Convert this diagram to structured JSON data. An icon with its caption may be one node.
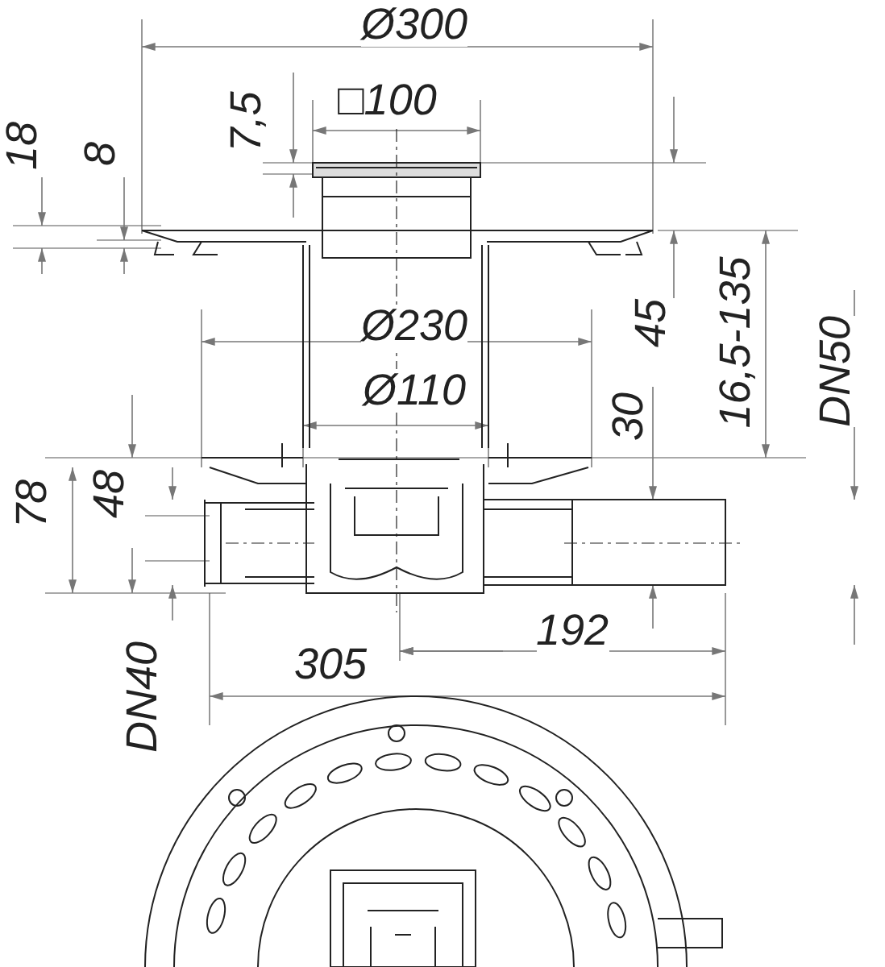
{
  "diagram": {
    "labels": [
      "Ø300",
      "7,5",
      "□100",
      "18",
      "8",
      "45",
      "16,5-135",
      "DN50",
      "Ø230",
      "Ø110",
      "30",
      "78",
      "48",
      "192",
      "305",
      "DN40"
    ]
  }
}
